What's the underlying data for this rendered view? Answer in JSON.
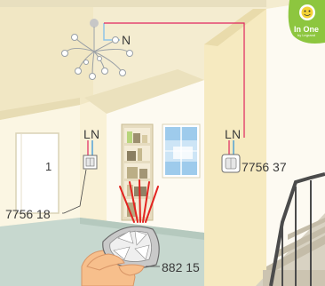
{
  "logo": {
    "main_text": "In One",
    "sub_text": "by Legrand"
  },
  "labels": {
    "ceiling_neutral": "N",
    "left_live": "L",
    "left_neutral": "N",
    "right_live": "L",
    "right_neutral": "N",
    "left_switch_ref": "7756 18",
    "right_switch_ref": "7756 37",
    "remote_ref": "882 15",
    "door_number": "1"
  },
  "colors": {
    "accent_green": "#8dc63f",
    "wire_red": "#e0245e",
    "wire_blue": "#2a8fd8",
    "signal_red": "#e32420",
    "sky_blue": "#8fc3e8",
    "wall_cream": "#f6eac0"
  }
}
